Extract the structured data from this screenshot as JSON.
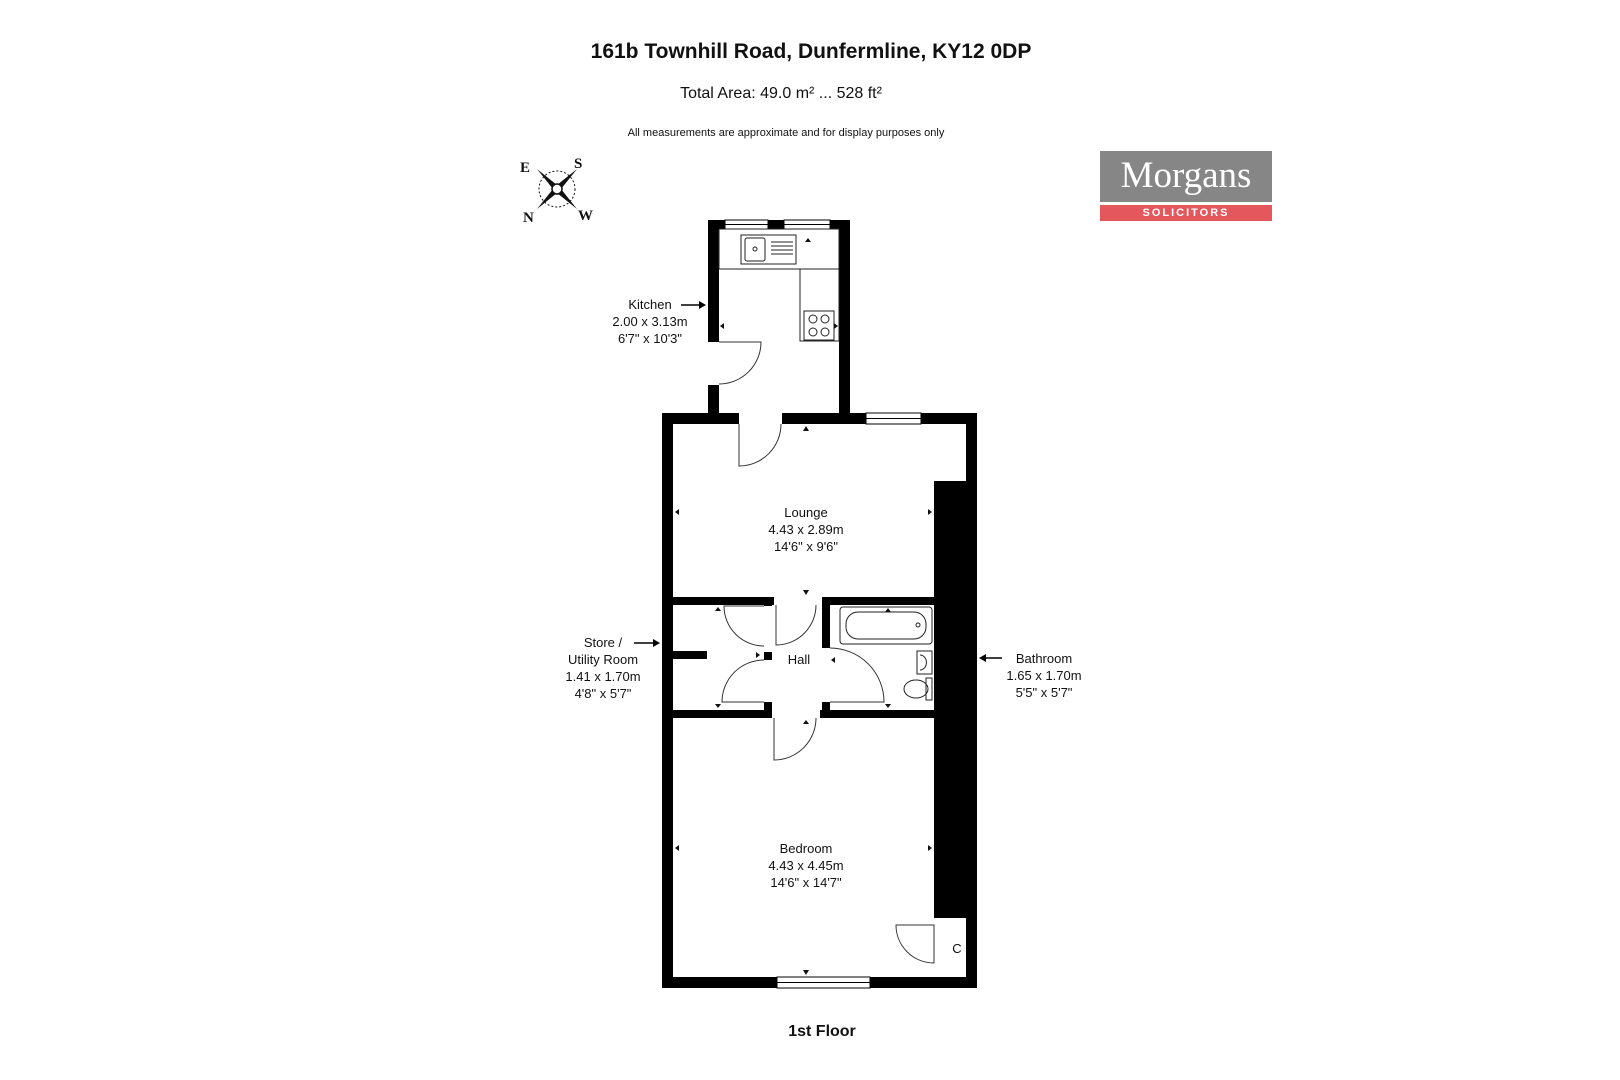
{
  "header": {
    "title": "161b Townhill Road, Dunfermline, KY12 0DP",
    "total_area": "Total Area: 49.0 m² ... 528 ft²",
    "disclaimer": "All measurements are approximate and for display purposes only"
  },
  "logo": {
    "name": "Morgans",
    "tagline": "SOLICITORS",
    "colors": {
      "top": "#868686",
      "bottom": "#e4575c"
    }
  },
  "compass": {
    "e": "E",
    "s": "S",
    "n": "N",
    "w": "W"
  },
  "rooms": {
    "kitchen": {
      "name": "Kitchen",
      "metric": "2.00 x 3.13m",
      "imperial": "6'7\" x 10'3\""
    },
    "lounge": {
      "name": "Lounge",
      "metric": "4.43 x 2.89m",
      "imperial": "14'6\" x 9'6\""
    },
    "store": {
      "name1": "Store /",
      "name2": "Utility Room",
      "metric": "1.41 x 1.70m",
      "imperial": "4'8\" x 5'7\""
    },
    "hall": {
      "name": "Hall"
    },
    "bathroom": {
      "name": "Bathroom",
      "metric": "1.65 x 1.70m",
      "imperial": "5'5\" x 5'7\""
    },
    "bedroom": {
      "name": "Bedroom",
      "metric": "4.43 x 4.45m",
      "imperial": "14'6\" x 14'7\""
    },
    "cupboard": {
      "name": "C"
    }
  },
  "floor": {
    "label": "1st Floor"
  },
  "colors": {
    "wall": "#000000",
    "background": "#ffffff"
  }
}
